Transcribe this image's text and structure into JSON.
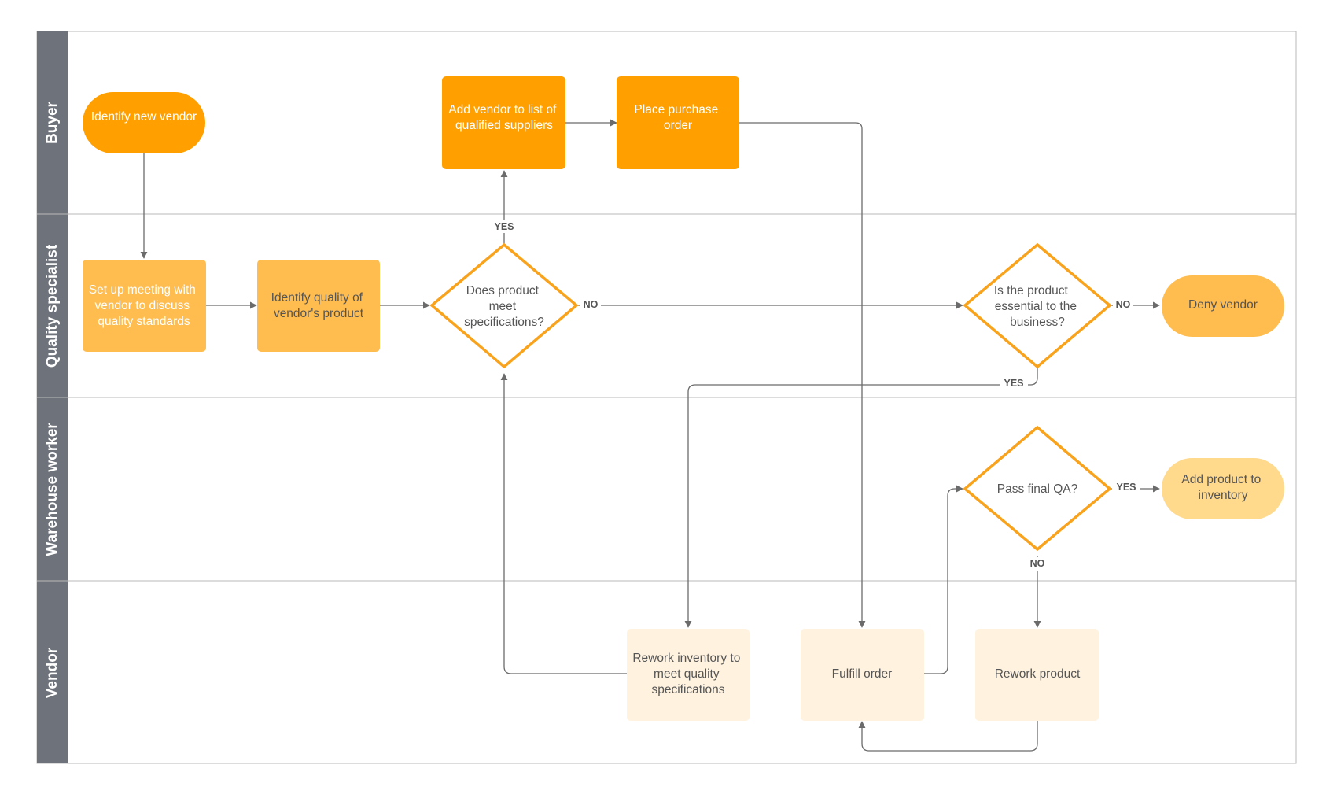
{
  "colors": {
    "lane_header": "#6e727a",
    "lane_border": "#b9b9b9",
    "orange_dark": "#ffa000",
    "orange_mid": "#ffbc4f",
    "orange_light": "#ffd98c",
    "cream": "#fff2df",
    "diamond_stroke": "#f9a21b",
    "connector": "#6b6b6b",
    "text_light": "#ffffff",
    "text_dark": "#555555"
  },
  "lanes": [
    {
      "id": "buyer",
      "label": "Buyer"
    },
    {
      "id": "quality",
      "label": "Quality specialist"
    },
    {
      "id": "warehouse",
      "label": "Warehouse worker"
    },
    {
      "id": "vendor",
      "label": "Vendor"
    }
  ],
  "nodes": {
    "identify_vendor": {
      "shape": "terminal",
      "style": "dark",
      "lines": [
        "Identify new vendor"
      ]
    },
    "add_vendor": {
      "shape": "process",
      "style": "dark",
      "lines": [
        "Add vendor to list of",
        "qualified suppliers"
      ]
    },
    "place_order": {
      "shape": "process",
      "style": "dark",
      "lines": [
        "Place purchase",
        "order"
      ]
    },
    "setup_meeting": {
      "shape": "process",
      "style": "mid",
      "lines": [
        "Set up meeting with",
        "vendor to discuss",
        "quality standards"
      ]
    },
    "identify_quality": {
      "shape": "process",
      "style": "mid",
      "lines": [
        "Identify quality of",
        "vendor's product"
      ]
    },
    "meet_specs": {
      "shape": "decision",
      "lines": [
        "Does product",
        "meet",
        "specifications?"
      ]
    },
    "essential": {
      "shape": "decision",
      "lines": [
        "Is the product",
        "essential to the",
        "business?"
      ]
    },
    "deny_vendor": {
      "shape": "terminal",
      "style": "mid",
      "lines": [
        "Deny vendor"
      ]
    },
    "pass_qa": {
      "shape": "decision",
      "lines": [
        "Pass final QA?"
      ]
    },
    "add_inventory": {
      "shape": "terminal",
      "style": "light",
      "lines": [
        "Add product to",
        "inventory"
      ]
    },
    "rework_inventory": {
      "shape": "process",
      "style": "cream",
      "lines": [
        "Rework inventory to",
        "meet quality",
        "specifications"
      ]
    },
    "fulfill_order": {
      "shape": "process",
      "style": "cream",
      "lines": [
        "Fulfill order"
      ]
    },
    "rework_product": {
      "shape": "process",
      "style": "cream",
      "lines": [
        "Rework product"
      ]
    }
  },
  "edge_labels": {
    "specs_yes": "YES",
    "specs_no": "NO",
    "essential_no": "NO",
    "essential_yes": "YES",
    "qa_yes": "YES",
    "qa_no": "NO"
  }
}
